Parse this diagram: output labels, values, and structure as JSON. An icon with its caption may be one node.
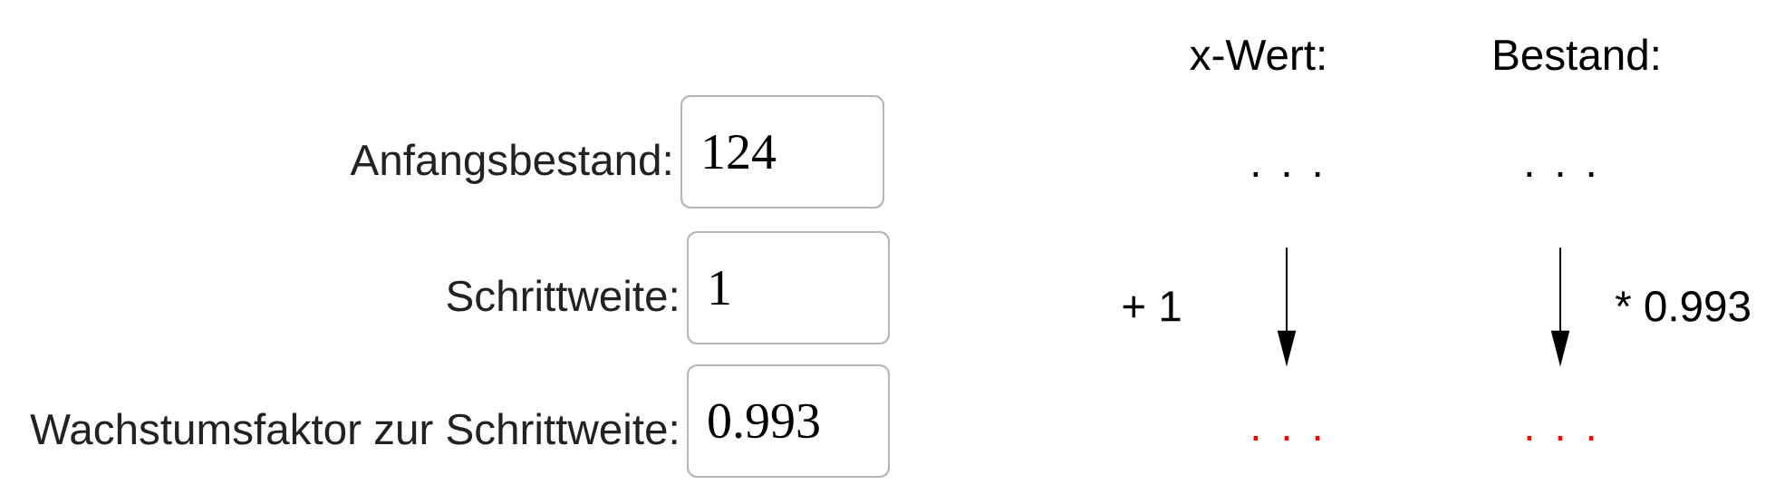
{
  "diagram": {
    "nodes": [
      {
        "text": [
          "124"
        ],
        "beside": [
          "Anfangsbestand:"
        ]
      },
      {
        "text": [
          "1"
        ],
        "beside": [
          "Schrittweite:"
        ]
      },
      {
        "text": [
          "0.993"
        ],
        "beside": [
          "Wachstumsfaktor zur Schrittweite:"
        ]
      },
      {
        "text": [
          ". . ."
        ]
      },
      {
        "text": [
          ". . ."
        ]
      },
      {
        "text": [
          ". . ."
        ]
      },
      {
        "text": [
          ". . ."
        ]
      }
    ],
    "edges": [
      {
        "from": 3,
        "to": 5,
        "arrow": "to",
        "label": "+ 1"
      },
      {
        "from": 4,
        "to": 6,
        "arrow": "to",
        "label": "* 0.993"
      }
    ],
    "labels": [
      "x-Wert:",
      "Bestand:"
    ]
  }
}
